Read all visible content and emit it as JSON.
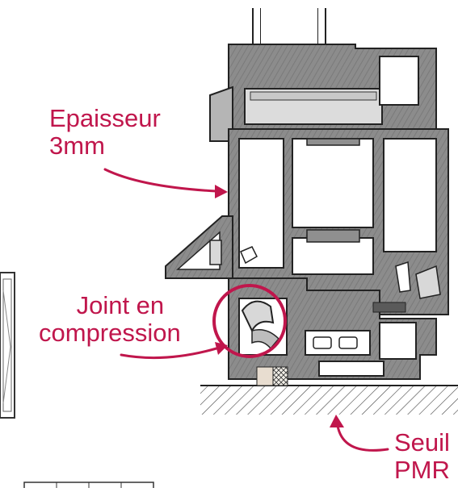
{
  "labels": {
    "epaisseur": {
      "line1": "Epaisseur",
      "line2": "3mm"
    },
    "joint": {
      "line1": "Joint en",
      "line2": "compression"
    },
    "seuil": {
      "line1": "Seuil",
      "line2": "PMR"
    }
  },
  "colors": {
    "accent": "#c0164c",
    "profile_fill": "#8f8f8f",
    "profile_dark": "#5a5a5a",
    "outline": "#222222",
    "seal": "#d8d8d8",
    "foam": "#e8ddd0",
    "background": "#ffffff"
  }
}
